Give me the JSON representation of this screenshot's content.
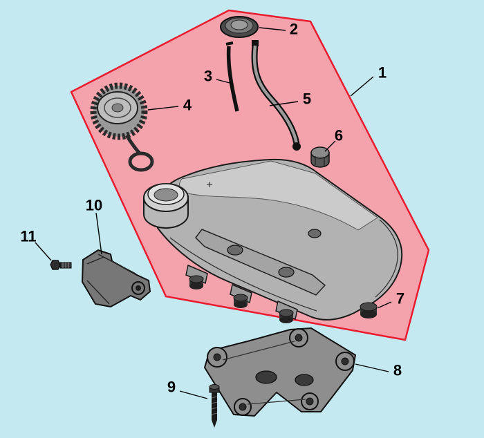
{
  "diagram": {
    "background_color": "#c4e9f1",
    "highlight": {
      "fill": "#f4a3ad",
      "stroke": "#e81c2e"
    },
    "callouts": [
      {
        "number": "1"
      },
      {
        "number": "2"
      },
      {
        "number": "3"
      },
      {
        "number": "4"
      },
      {
        "number": "5"
      },
      {
        "number": "6"
      },
      {
        "number": "7"
      },
      {
        "number": "8"
      },
      {
        "number": "9"
      },
      {
        "number": "10"
      },
      {
        "number": "11"
      }
    ]
  }
}
